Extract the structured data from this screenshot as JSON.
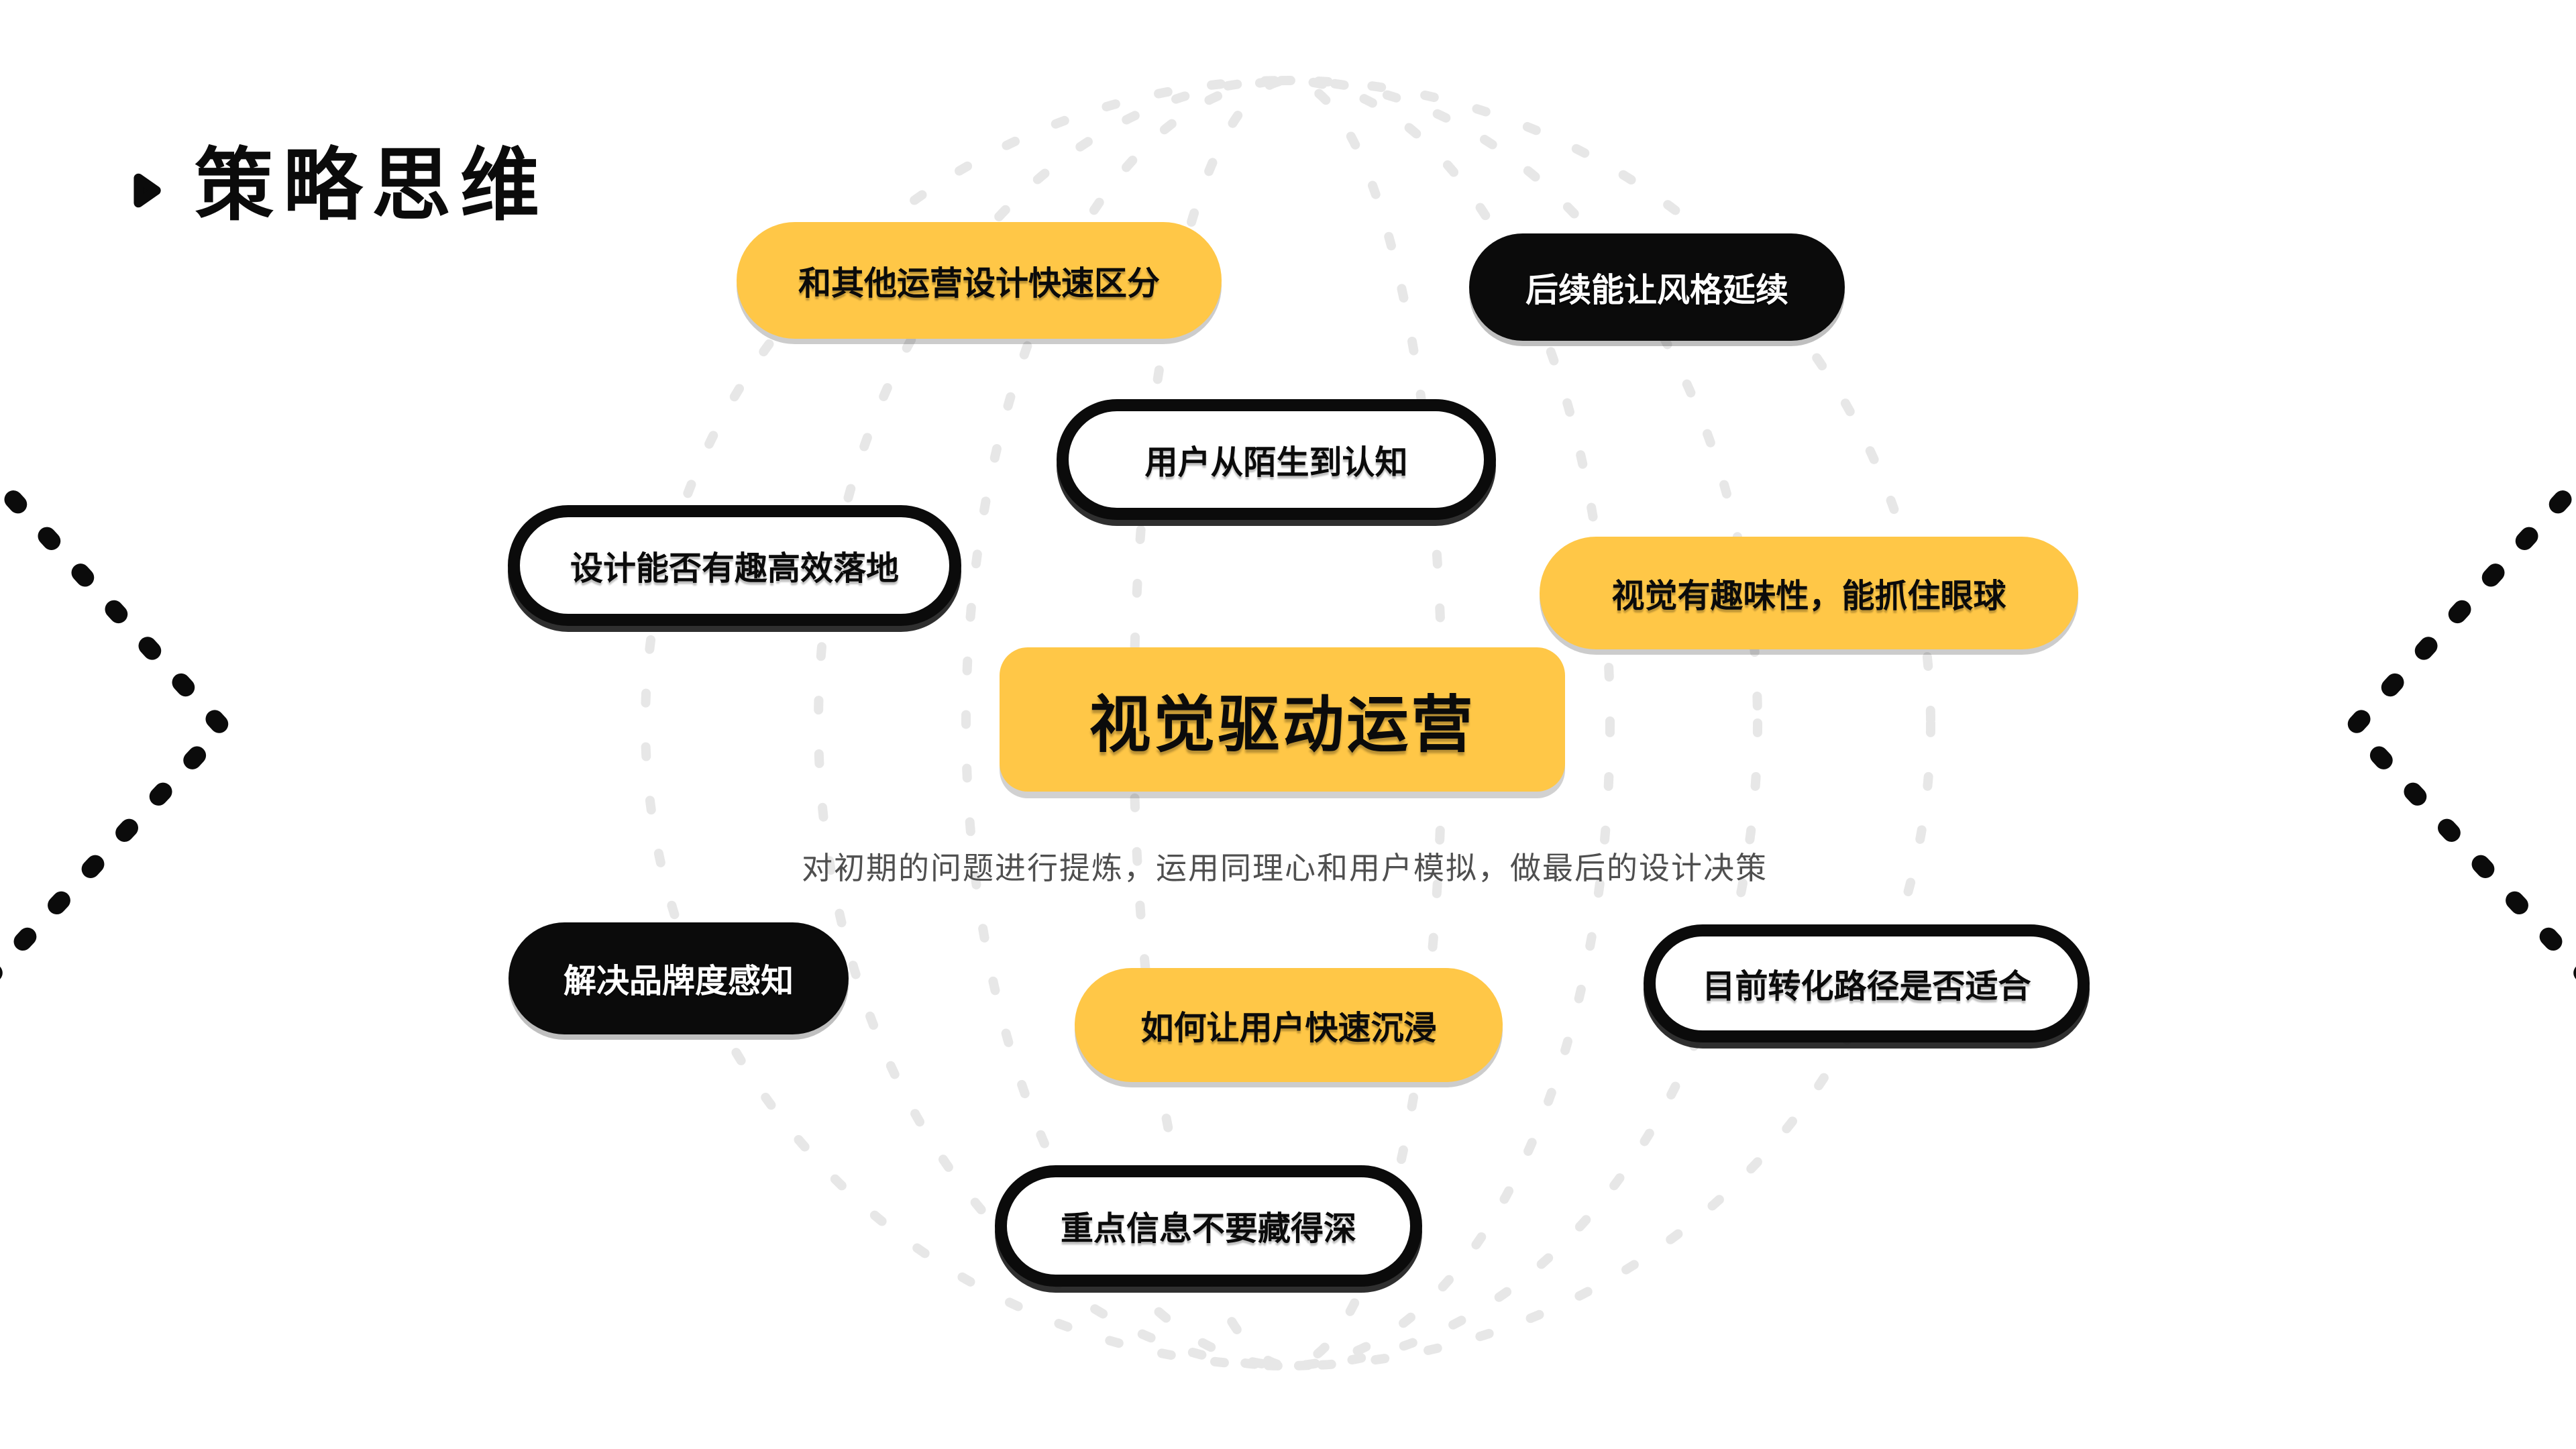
{
  "header": {
    "icon": "play-triangle",
    "title": "策略思维"
  },
  "center": {
    "label": "视觉驱动运营",
    "description": "对初期的问题进行提炼，运用同理心和用户模拟，做最后的设计决策"
  },
  "bubbles": [
    {
      "id": "distinguish",
      "label": "和其他运营设计快速区分",
      "style": "yellow"
    },
    {
      "id": "style-continuity",
      "label": "后续能让风格延续",
      "style": "black"
    },
    {
      "id": "user-awareness",
      "label": "用户从陌生到认知",
      "style": "outline"
    },
    {
      "id": "fun-efficient",
      "label": "设计能否有趣高效落地",
      "style": "outline"
    },
    {
      "id": "visual-fun",
      "label": "视觉有趣味性，能抓住眼球",
      "style": "yellow"
    },
    {
      "id": "brand-perception",
      "label": "解决品牌度感知",
      "style": "black"
    },
    {
      "id": "user-immersion",
      "label": "如何让用户快速沉浸",
      "style": "yellow"
    },
    {
      "id": "conversion-path",
      "label": "目前转化路径是否适合",
      "style": "outline"
    },
    {
      "id": "key-info",
      "label": "重点信息不要藏得深",
      "style": "outline"
    }
  ],
  "colors": {
    "accent_yellow": "#ffc747",
    "ink_black": "#0b0b0b",
    "dot_gray": "#e7e7e7",
    "subtitle_gray": "#4f4f4f",
    "background": "#ffffff"
  },
  "decor": {
    "background_pattern": "dotted-sphere-wireframe",
    "edge_pattern": "dotted-chevrons-left-right"
  }
}
